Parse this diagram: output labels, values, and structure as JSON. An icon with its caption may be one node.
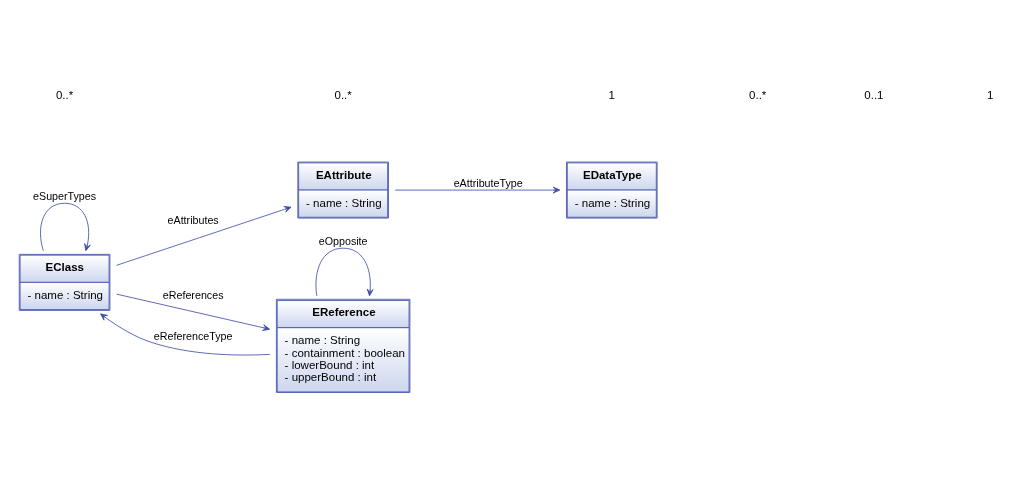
{
  "diagram": {
    "nodes": [
      {
        "text": [
          "EClass",
          "- name : String"
        ]
      },
      {
        "text": [
          "EAttribute",
          "- name : String"
        ]
      },
      {
        "text": [
          "EDataType",
          "- name : String"
        ]
      },
      {
        "text": [
          "EReference",
          "- name : String",
          "- containment : boolean",
          "- lowerBound : int",
          "- upperBound : int"
        ]
      }
    ],
    "edges": [
      {
        "from": 0,
        "to": 0,
        "arrow": "to",
        "label": "eSuperTypes"
      },
      {
        "from": 0,
        "to": 1,
        "arrow": "to",
        "label": "eAttributes"
      },
      {
        "from": 1,
        "to": 2,
        "arrow": "to",
        "label": "eAttributeType"
      },
      {
        "from": 0,
        "to": 3,
        "arrow": "to",
        "label": "eReferences"
      },
      {
        "from": 3,
        "to": 3,
        "arrow": "to",
        "label": "eOpposite"
      },
      {
        "from": 3,
        "to": 0,
        "arrow": "to",
        "label": "eReferenceType"
      }
    ],
    "labels": [
      "0..*",
      "0..*",
      "1",
      "0..*",
      "0..1",
      "1"
    ]
  }
}
